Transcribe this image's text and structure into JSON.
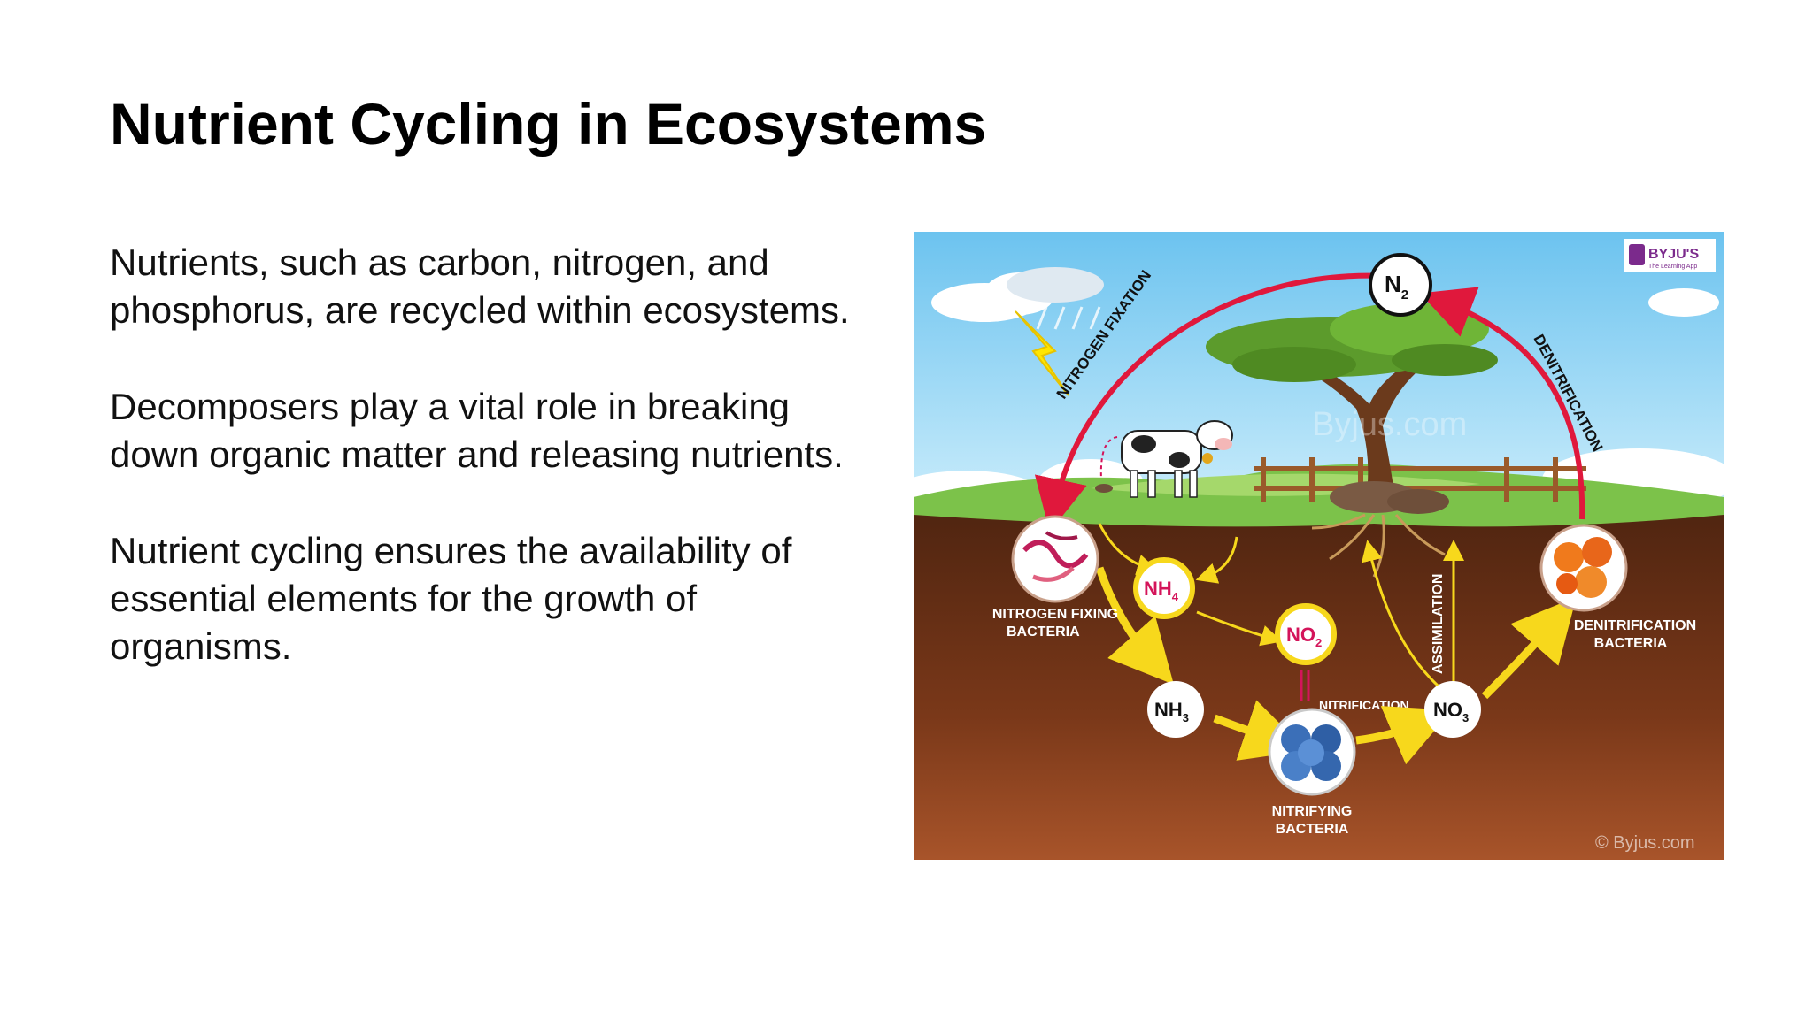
{
  "slide": {
    "title": "Nutrient Cycling in Ecosystems",
    "paragraphs": [
      "Nutrients, such as carbon, nitrogen, and phosphorus, are recycled within ecosystems.",
      "Decomposers play a vital role in breaking down organic matter and releasing nutrients.",
      "Nutrient cycling ensures the availability of essential elements for the growth of organisms."
    ]
  },
  "figure": {
    "brand": "BYJU'S",
    "brand_tagline": "The Learning App",
    "watermark_center": "Byjus.com",
    "watermark_bottom": "© Byjus.com",
    "arc_labels": {
      "fixation": "NITROGEN FIXATION",
      "denitrification": "DENITRIFICATION",
      "assimilation": "ASSIMILATION",
      "nitrification": "NITRIFICATION"
    },
    "nodes": {
      "n2": {
        "main": "N",
        "sub": "2"
      },
      "nh4": {
        "main": "NH",
        "sub": "4"
      },
      "no2": {
        "main": "NO",
        "sub": "2"
      },
      "nh3": {
        "main": "NH",
        "sub": "3"
      },
      "no3": {
        "main": "NO",
        "sub": "3"
      }
    },
    "bacteria": {
      "fixing": [
        "NITROGEN FIXING",
        "BACTERIA"
      ],
      "nitrifying": [
        "NITRIFYING",
        "BACTERIA"
      ],
      "denitrification": [
        "DENITRIFICATION",
        "BACTERIA"
      ]
    },
    "colors": {
      "sky": "#8fd0f2",
      "soil_top": "#5a2a12",
      "soil_bottom": "#a24e24",
      "grass": "#7cc24a",
      "arrow_red": "#e0183c",
      "arrow_yellow": "#f7d81c",
      "accent_magenta": "#d4145a"
    }
  }
}
